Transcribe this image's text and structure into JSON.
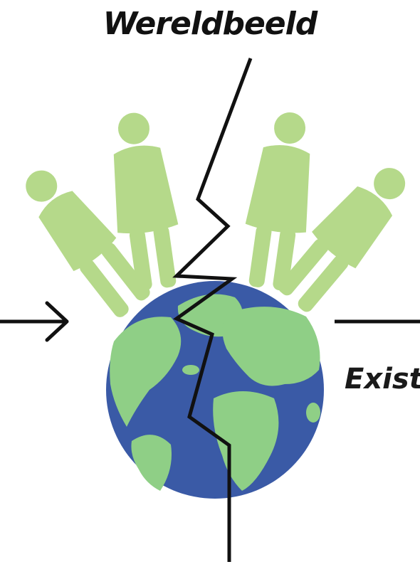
{
  "diagram": {
    "title": "Wereldbeeld",
    "right_label": "Exist",
    "colors": {
      "figure": "#b5d98a",
      "ocean": "#3a5aa6",
      "land": "#8fcf86",
      "line": "#111111"
    },
    "icons": {
      "globe": "earth-globe-icon",
      "figures": "person-icon",
      "arrow": "right-arrow-icon",
      "crack": "lightning-crack-line"
    }
  }
}
